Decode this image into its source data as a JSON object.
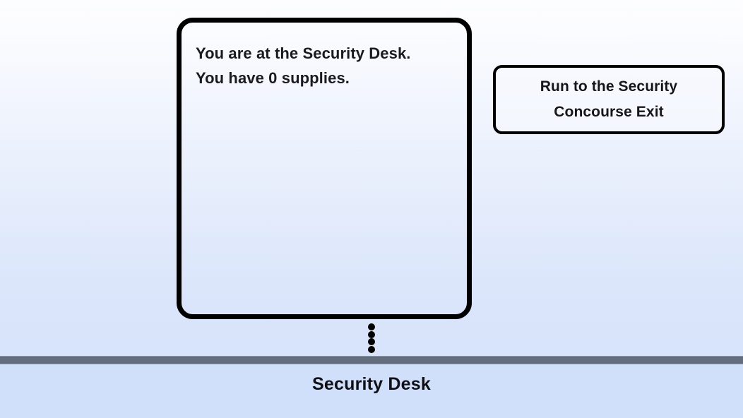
{
  "scene": {
    "location_name": "Security Desk",
    "background": {
      "gradient_top_color": "#fdfdff",
      "gradient_bottom_color": "#d8e4fb",
      "divider_color": "#626d7d",
      "footer_color": "#d0e0fa",
      "border_color": "#000000",
      "text_color": "#1b1b1f"
    }
  },
  "room_panel": {
    "narration": "You are at the Security Desk.\nYou have 0 supplies.",
    "status_line_1": "You are at the Security Desk.",
    "status_line_2": "You have 0 supplies.",
    "supplies_count": "0"
  },
  "actions": [
    {
      "id": "run-to-security-concourse-exit",
      "label": "Run to the Security Concourse Exit",
      "line_1": "Run to the Security",
      "line_2": "Concourse Exit"
    }
  ],
  "connector": {
    "icon": "vertical-dots-icon",
    "dot_count": 4
  }
}
